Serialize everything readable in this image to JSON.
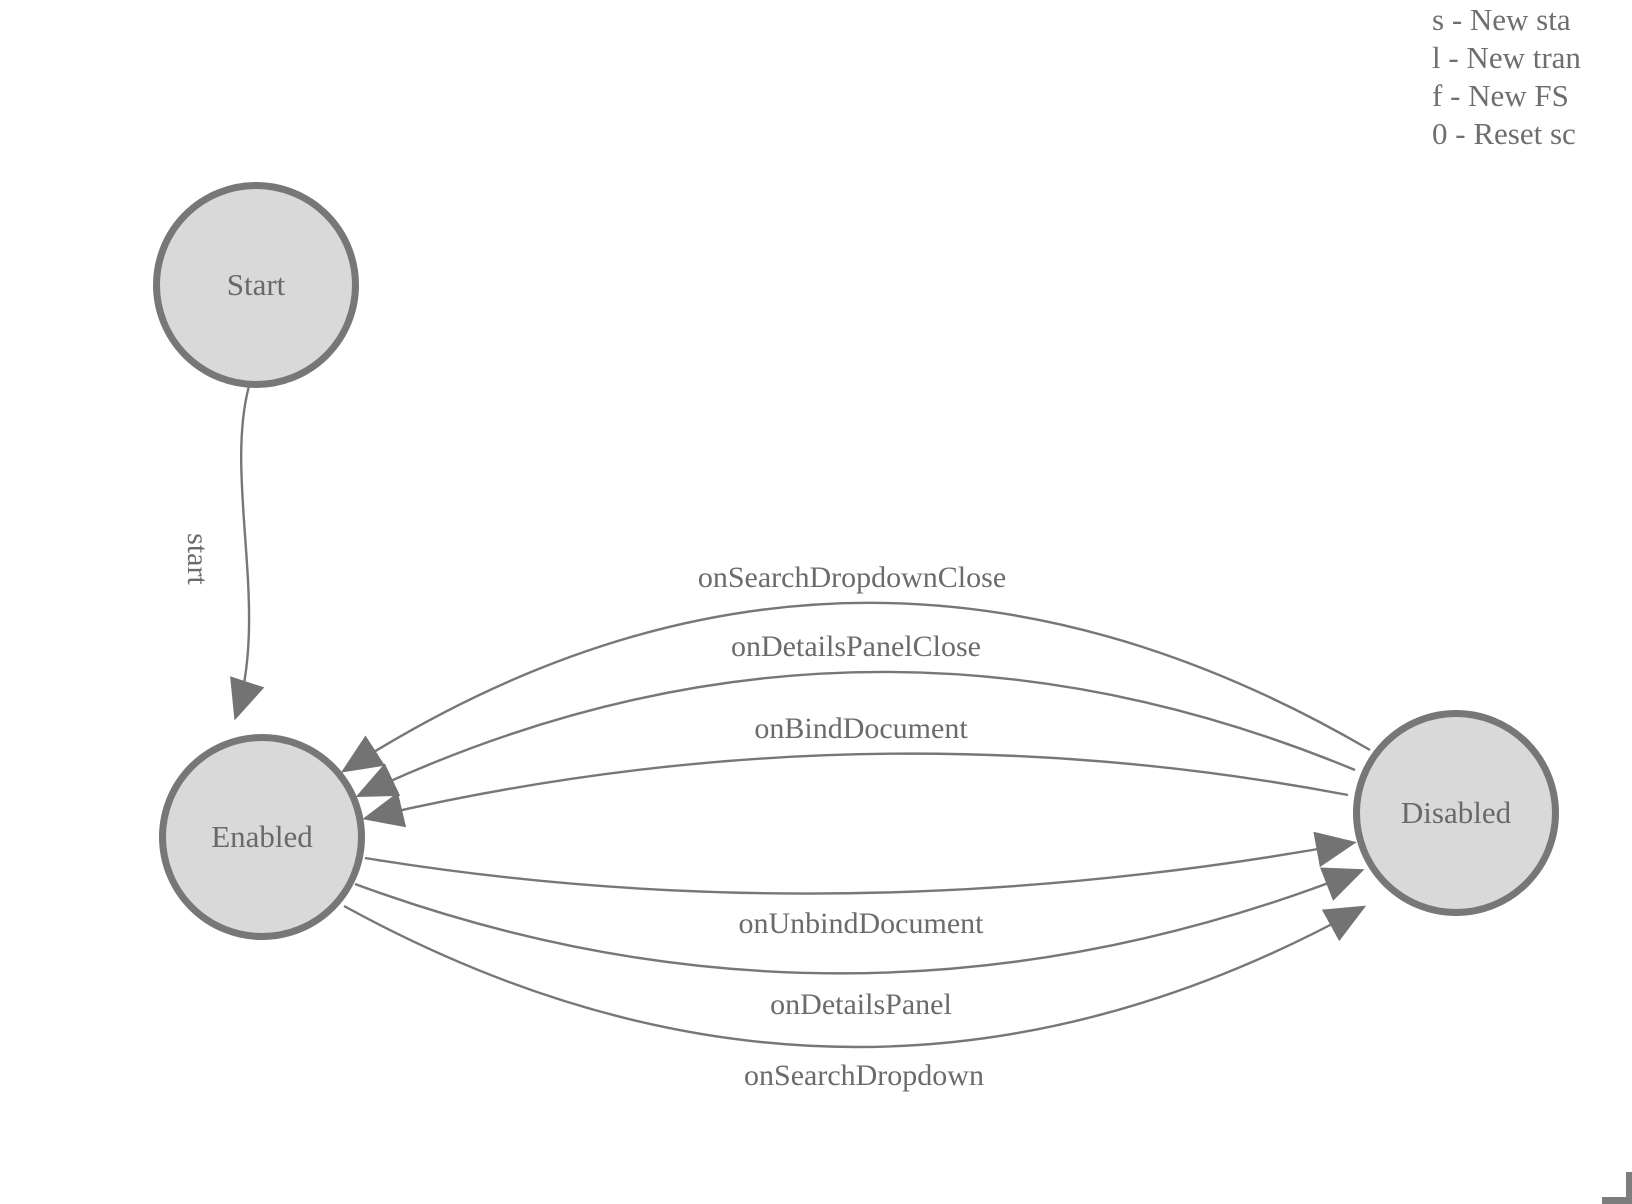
{
  "legend": {
    "lines": [
      "s - New sta",
      "l - New tran",
      "f - New FS",
      "0 - Reset sc"
    ]
  },
  "nodes": {
    "start": {
      "label": "Start"
    },
    "enabled": {
      "label": "Enabled"
    },
    "disabled": {
      "label": "Disabled"
    }
  },
  "edges": {
    "start_to_enabled": {
      "label": "start"
    },
    "disabled_to_enabled": [
      {
        "label": "onSearchDropdownClose"
      },
      {
        "label": "onDetailsPanelClose"
      },
      {
        "label": "onBindDocument"
      }
    ],
    "enabled_to_disabled": [
      {
        "label": "onUnbindDocument"
      },
      {
        "label": "onDetailsPanel"
      },
      {
        "label": "onSearchDropdown"
      }
    ]
  },
  "colors": {
    "node_fill": "#d9d9d9",
    "node_border": "#777777",
    "edge_stroke": "#777777",
    "arrow_fill": "#737373",
    "label_text": "#6b6b6b"
  }
}
